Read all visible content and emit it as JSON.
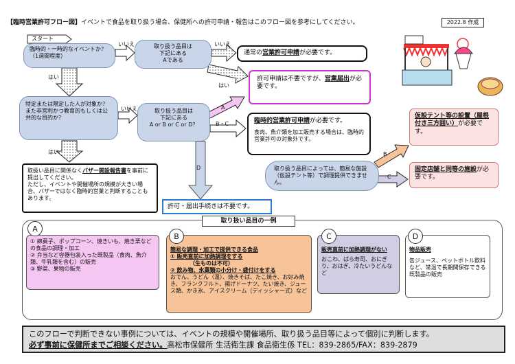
{
  "header": {
    "title": "【臨時営業許可フロー図】",
    "description": "イベントで食品を取り扱う場合、保健所への許可申請・報告はこのフロー図を参考にしてください。",
    "date": "2022.8 作成"
  },
  "start_label": "スタート",
  "q1": "臨時的・一時的なイベントか？（1週間程度）",
  "q2": "特定または限定した人が対象か？\nまた非営利かつ教育的もしくは公共的な目的か？",
  "q3": "取り扱う品目は\n下記にある\nAである",
  "q4": "取り扱う品目は\n下記にある\nA or B or C or D？",
  "labels": {
    "iie1": "いいえ",
    "iie2": "いいえ",
    "iie3": "いいえ",
    "hai1": "はい",
    "hai2": "はい",
    "hai3": "はい",
    "a": "A",
    "bc": "B・C",
    "d": "D",
    "b2": "B",
    "c2": "C"
  },
  "results": {
    "r1_pre": "通常の",
    "r1_u": "営業許可申請",
    "r1_post": "が必要です。",
    "r2_pre": "許可申請は不要ですが、",
    "r2_u": "営業届出",
    "r2_post": "が必要です。",
    "r3_u": "臨時的営業許可申請",
    "r3_post": "が必要です。",
    "r3_note": "食肉、魚介類を加工販売する場合は、臨時的営業許可の対象外です。",
    "r4": "許可・届出手続きは不要です。",
    "r5_pre": "取扱い品目に関係なく",
    "r5_u": "バザー開設報告書",
    "r5_post": "を事前に提出してください。\nただし、イベントや開催場所の規模が大きい場合、バザーではなく臨時的営業と判断することもあります。",
    "tent_note": "取り扱う品目によっては、簡易な施設（仮設テント等）で調理提供できません。",
    "tent_u": "仮設テント等の設置（屋根付き三方囲い）",
    "tent_post": "が必要です。",
    "fixed_u": "固定店舗と同等の施設",
    "fixed_post": "が必要です。"
  },
  "examples_title": "取り扱い品目の一例",
  "categories": {
    "a_circle": "A",
    "a_text": "① 綿菓子、ポップコーン、焼きいも、焼き栗などの食品の調理・加工\n② 弁当など容器包装入った既製品（食肉、魚介類、牛乳類を含む）の販売\n③ 野菜、果物の販売",
    "b_circle": "B",
    "b_title": "簡易な調理・加工で提供できる食品",
    "b_1": "① 販売直前に加熱調理をする",
    "b_1_note": "（生ものは不可）",
    "b_2": "② 飲み物、氷菓類の小分け・盛付けをする",
    "b_text": "おでん、うどん（温）、焼きそば、たこ焼き、お好み焼き、フランクフルト、揚げドーナツ、たい焼き、ジュース類、かき氷、アイスクリーム（ディッシャー式）など",
    "c_circle": "C",
    "c_title": "販売直前に加熱調理がない",
    "c_text": "おこわ、ばら寿司、おにぎり、おはぎ、冷たいうどんなど",
    "d_circle": "D",
    "d_title": "物品販売",
    "d_text": "缶ジュース、ペットボトル飲料など、常温で長期間保存できる既製品の販売"
  },
  "footer": {
    "line1": "このフローで判断できない事例については、イベントの規模や開催場所、取り扱う品目等によって個別に判断します。",
    "line2_u": "必ず事前に保健所までご相談ください。",
    "line2_post": "高松市保健所 生活衛生課 食品衛生係 TEL：839-2865/FAX：839-2879"
  },
  "colors": {
    "flow_blue": "#c9d6ea",
    "pink": "#f6c6f2",
    "orange": "#f7c49a",
    "purple": "#d3cde3",
    "pink_border": "#cc33cc",
    "blue_border": "#2b7bd6"
  }
}
